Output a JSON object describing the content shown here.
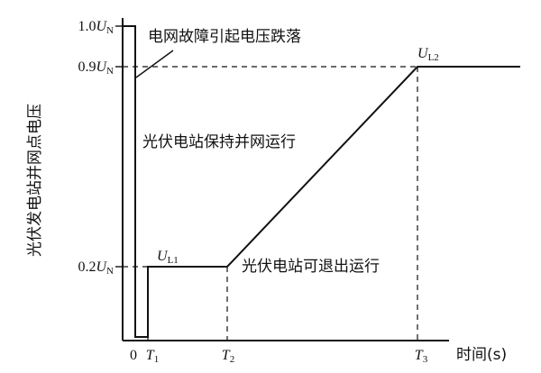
{
  "axes": {
    "y_label": "光伏发电站并网点电压",
    "x_label": "时间(s)",
    "y_ticks": [
      {
        "coef": "1.0",
        "sym": "U",
        "sub": "N"
      },
      {
        "coef": "0.9",
        "sym": "U",
        "sub": "N"
      },
      {
        "coef": "0.2",
        "sym": "U",
        "sub": "N"
      }
    ],
    "x_ticks": [
      {
        "sym": "0",
        "sub": ""
      },
      {
        "sym": "T",
        "sub": "1"
      },
      {
        "sym": "T",
        "sub": "2"
      },
      {
        "sym": "T",
        "sub": "3"
      }
    ]
  },
  "points": {
    "ul1": {
      "sym": "U",
      "sub": "L1"
    },
    "ul2": {
      "sym": "U",
      "sub": "L2"
    }
  },
  "annotations": {
    "fault": "电网故障引起电压跌落",
    "keep_connected": "光伏电站保持并网运行",
    "may_disconnect": "光伏电站可退出运行"
  }
}
